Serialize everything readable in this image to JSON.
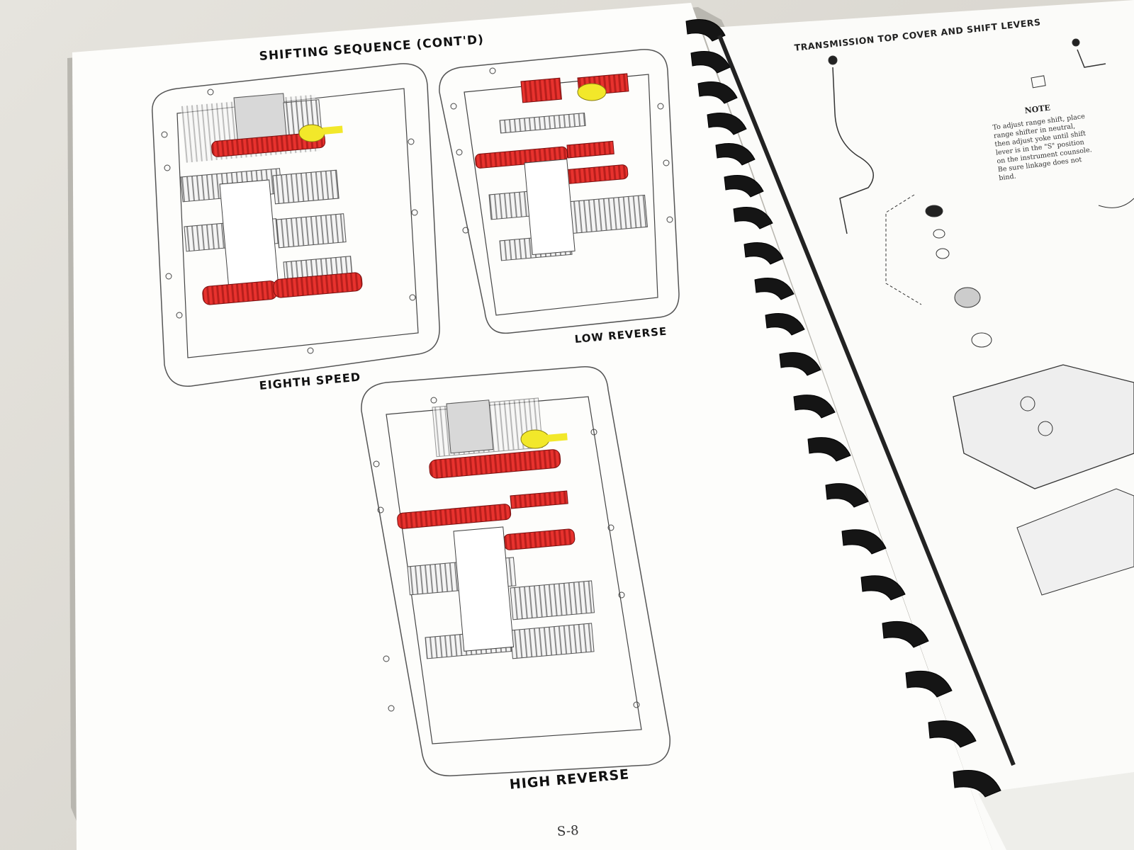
{
  "left_page": {
    "title": "SHIFTING SEQUENCE (CONT'D)",
    "diagrams": [
      {
        "label": "EIGHTH SPEED"
      },
      {
        "label": "LOW REVERSE"
      },
      {
        "label": "HIGH REVERSE"
      }
    ],
    "page_number": "S-8"
  },
  "right_page": {
    "title": "TRANSMISSION TOP COVER AND SHIFT LEVERS",
    "note": {
      "heading": "NOTE",
      "lines": [
        "To adjust range shift, place",
        "range shifter in neutral,",
        "then adjust yoke until shift",
        "lever is in the \"S\" position",
        "on the instrument counsole.",
        "Be sure linkage does not",
        "bind."
      ]
    }
  },
  "colors": {
    "highlight_gear": "#e8322e",
    "shift_fork": "#f2e82a",
    "binding": "#141414",
    "paper": "#fbfbf9"
  }
}
